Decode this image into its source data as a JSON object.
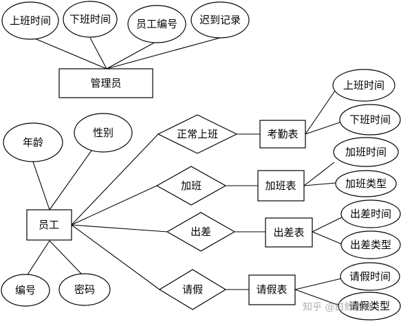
{
  "diagram": {
    "entities": {
      "admin": "管理员",
      "employee": "员工",
      "attendance_table": "考勤表",
      "overtime_table": "加班表",
      "trip_table": "出差表",
      "leave_table": "请假表"
    },
    "relationships": {
      "normal_work": "正常上班",
      "overtime": "加班",
      "business_trip": "出差",
      "leave": "请假"
    },
    "attributes": {
      "admin_clock_in": "上班时间",
      "admin_clock_out": "下班时间",
      "admin_employee_no": "员工编号",
      "admin_late_record": "迟到记录",
      "emp_age": "年龄",
      "emp_gender": "性别",
      "emp_id": "编号",
      "emp_password": "密码",
      "att_clock_in": "上班时间",
      "att_clock_out": "下班时间",
      "ot_time": "加班时间",
      "ot_type": "加班类型",
      "trip_time": "出差时间",
      "trip_type": "出差类型",
      "leave_time": "请假时间",
      "leave_type": "请假类型"
    }
  },
  "watermark": "知乎 @白鲸电商"
}
